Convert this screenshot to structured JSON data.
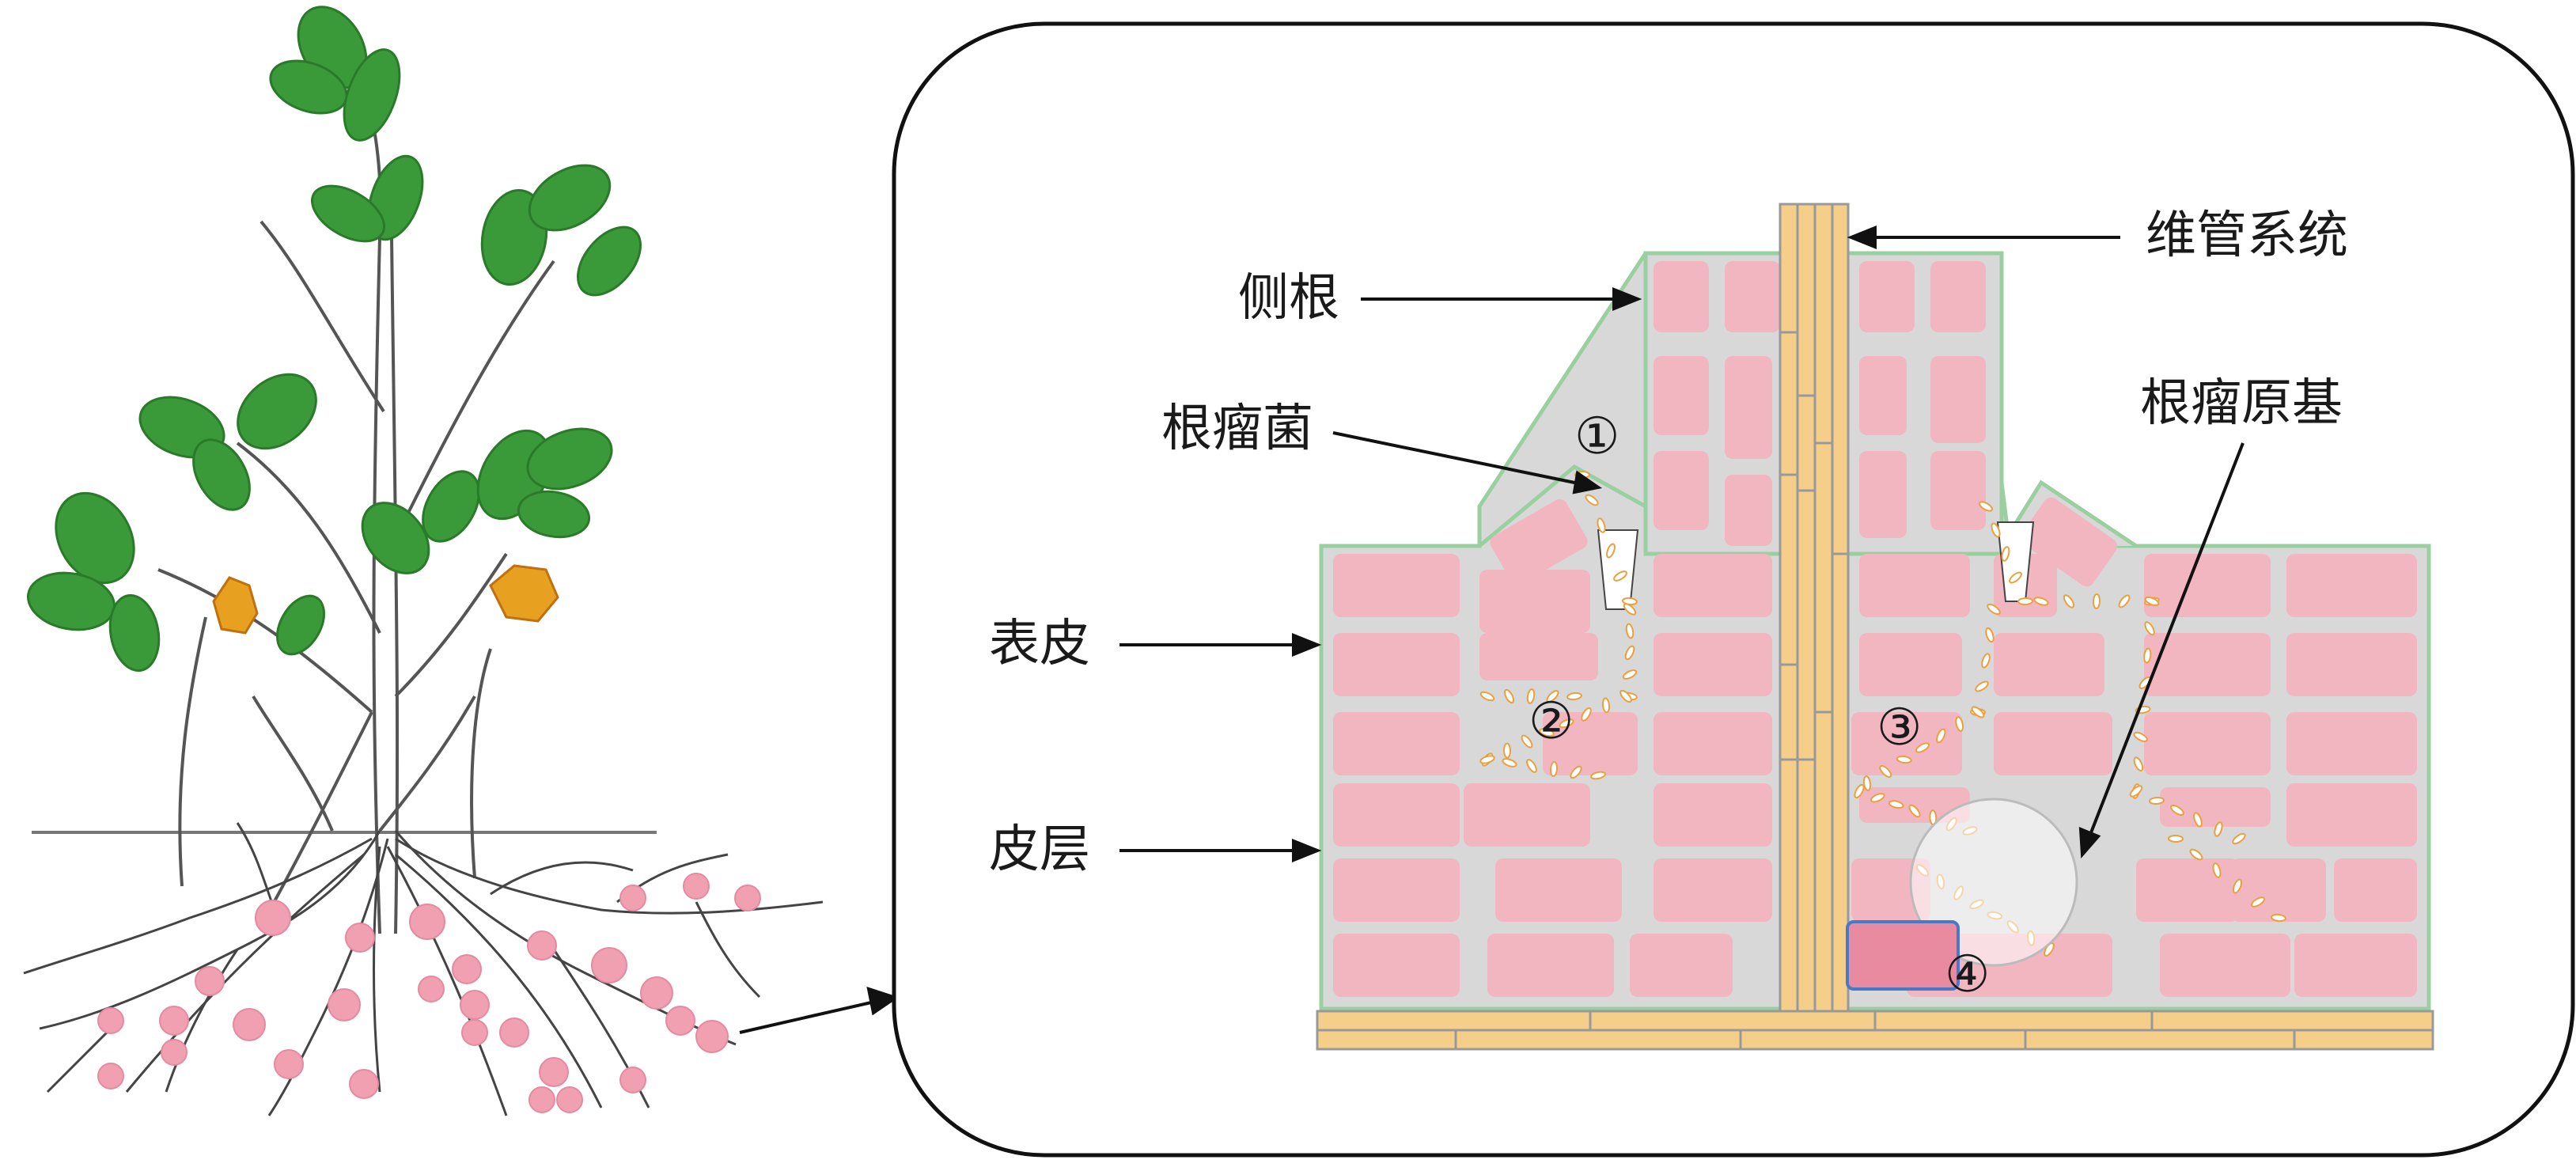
{
  "labels": {
    "lateral_root": "侧根",
    "rhizobia": "根瘤菌",
    "epidermis": "表皮",
    "cortex": "皮层",
    "vascular_system": "维管系统",
    "nodule_primordium": "根瘤原基"
  },
  "stages": [
    "①",
    "②",
    "③",
    "④"
  ],
  "colors": {
    "leaf": "#3a9a3a",
    "leaf_dark": "#2a7a2a",
    "flower": "#e8a020",
    "nodule": "#f0a0b0",
    "cell_fill": "#f2b6c0",
    "cell_wall": "#d8d8d8",
    "outline_green": "#9ad0a0",
    "vascular": "#f5cf8a",
    "bacteria": "#e8a040"
  }
}
